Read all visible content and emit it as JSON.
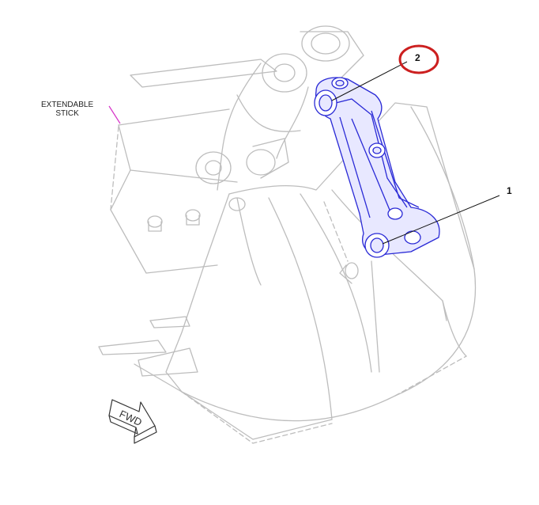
{
  "labels": {
    "extendable_line1": "EXTENDABLE",
    "extendable_line2": "STICK",
    "fwd": "FWD"
  },
  "callouts": [
    "1",
    "2"
  ],
  "colors": {
    "ghost_lines": "#bdbdbd",
    "highlight": "#2a2ad6",
    "highlight_fill": "#e8e8ff",
    "leader": "#111111",
    "extendable_leader": "#d632c8",
    "circle": "#cc1f1f"
  }
}
